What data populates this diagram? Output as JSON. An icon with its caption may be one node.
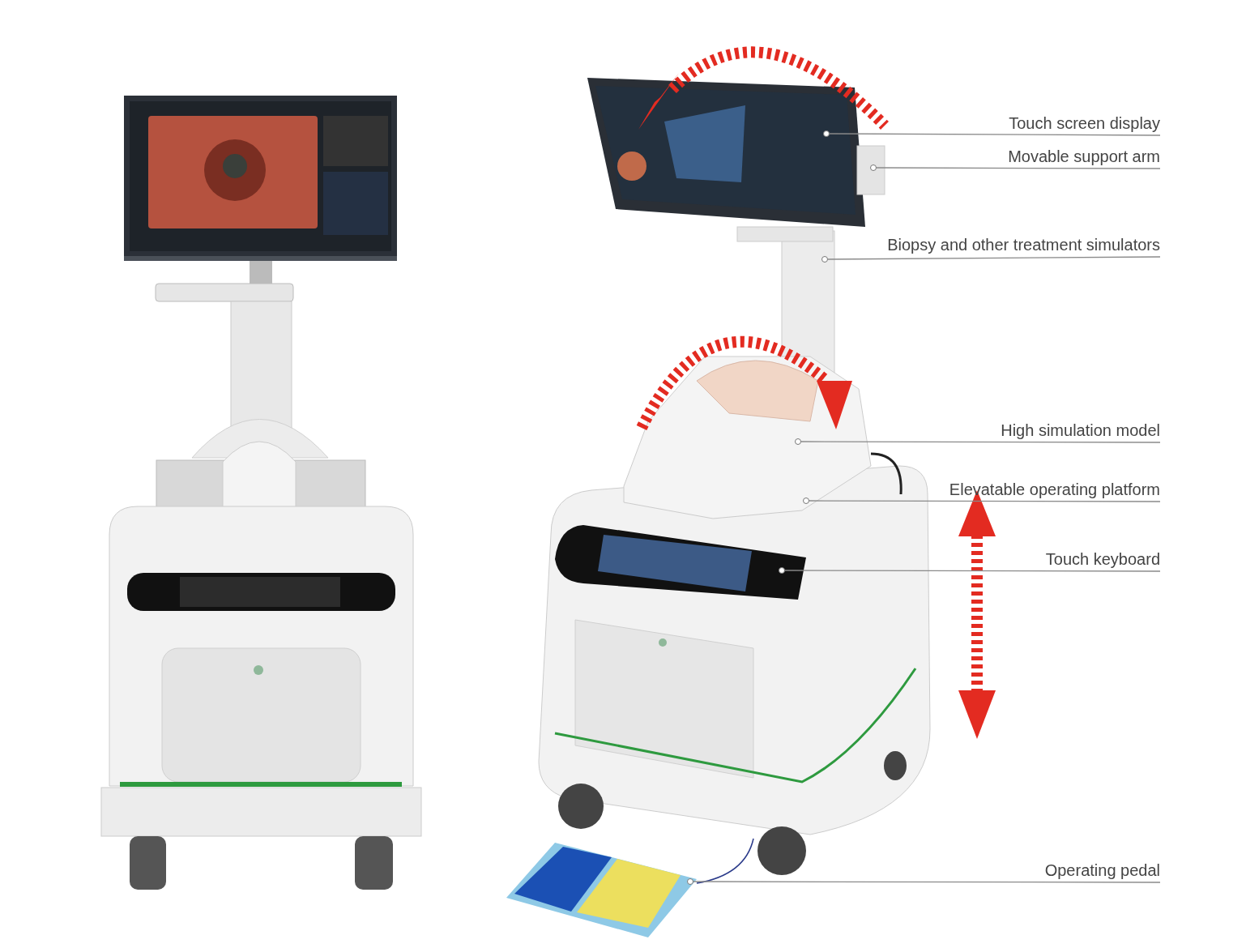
{
  "diagram": {
    "nodes": [
      {
        "text": [
          "Touch screen display"
        ]
      },
      {
        "text": [
          "Movable support arm"
        ]
      },
      {
        "text": [
          "Biopsy and other treatment simulators"
        ]
      },
      {
        "text": [
          "High simulation model"
        ]
      },
      {
        "text": [
          "Elevatable operating platform"
        ]
      },
      {
        "text": [
          "Touch keyboard"
        ]
      },
      {
        "text": [
          "Operating pedal"
        ]
      },
      {
        "text": [],
        "shape": "circle"
      },
      {
        "text": [],
        "shape": "circle"
      },
      {
        "text": [],
        "shape": "circle"
      },
      {
        "text": [],
        "shape": "circle"
      },
      {
        "text": [],
        "shape": "circle"
      },
      {
        "text": [],
        "shape": "circle"
      },
      {
        "text": [],
        "shape": "circle"
      }
    ],
    "edges": [
      {
        "from": 0,
        "to": 7,
        "arrow": "none"
      },
      {
        "from": 1,
        "to": 8,
        "arrow": "none"
      },
      {
        "from": 2,
        "to": 9,
        "arrow": "none"
      },
      {
        "from": 3,
        "to": 10,
        "arrow": "none"
      },
      {
        "from": 4,
        "to": 11,
        "arrow": "none"
      },
      {
        "from": 5,
        "to": 12,
        "arrow": "none"
      },
      {
        "from": 6,
        "to": 13,
        "arrow": "none"
      }
    ]
  }
}
